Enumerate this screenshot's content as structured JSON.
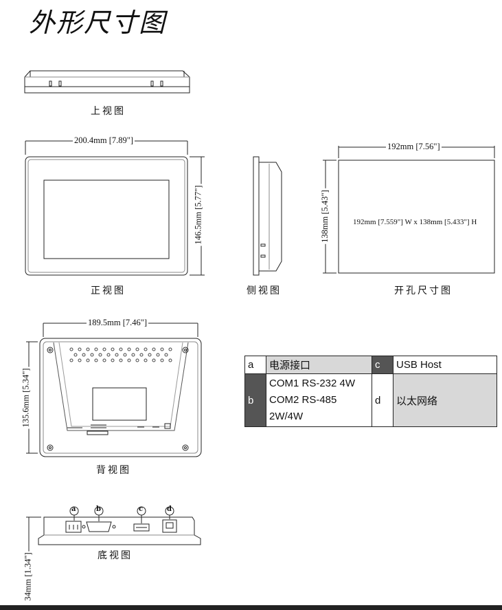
{
  "page": {
    "title": "外形尺寸图"
  },
  "views": {
    "top": {
      "caption": "上视图"
    },
    "front": {
      "caption": "正视图",
      "width_dim": "200.4mm [7.89\"]",
      "height_dim": "146.5mm [5.77\"]"
    },
    "side": {
      "caption": "侧视图"
    },
    "cutout": {
      "caption": "开孔尺寸图",
      "width_dim": "192mm [7.56\"]",
      "height_dim": "138mm [5.43\"]",
      "inner_text": "192mm [7.559\"] W x 138mm [5.433\"] H"
    },
    "back": {
      "caption": "背视图",
      "width_dim": "189.5mm [7.46\"]",
      "height_dim": "135.6mm [5.34\"]"
    },
    "bottom": {
      "caption": "底视图",
      "height_dim": "34mm [1.34\"]",
      "port_markers": [
        "a",
        "b",
        "c",
        "d"
      ]
    }
  },
  "ports_table": {
    "rows": [
      {
        "tag": "a",
        "desc": "电源接口",
        "tag2": "c",
        "desc2": "USB Host"
      },
      {
        "tag": "b",
        "desc_lines": [
          "COM1 RS-232 4W",
          "COM2 RS-485",
          "2W/4W"
        ],
        "tag2": "d",
        "desc2": "以太网络"
      }
    ]
  }
}
